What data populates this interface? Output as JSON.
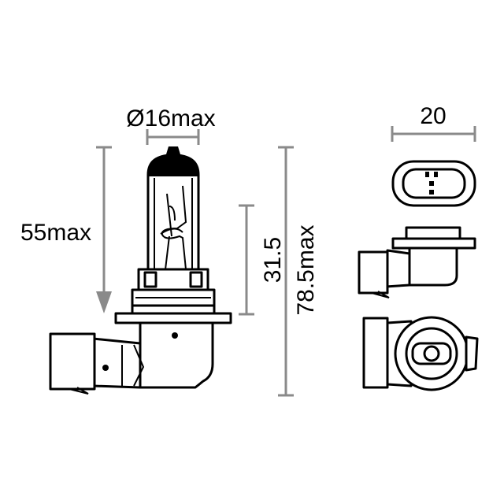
{
  "dimensions": {
    "diameter": "Ø16max",
    "width": "20",
    "length": "55max",
    "focal": "31.5",
    "overall": "78.5max"
  },
  "colors": {
    "dimension_line": "#8a8a8a",
    "outline": "#000000",
    "cap": "#000000"
  }
}
